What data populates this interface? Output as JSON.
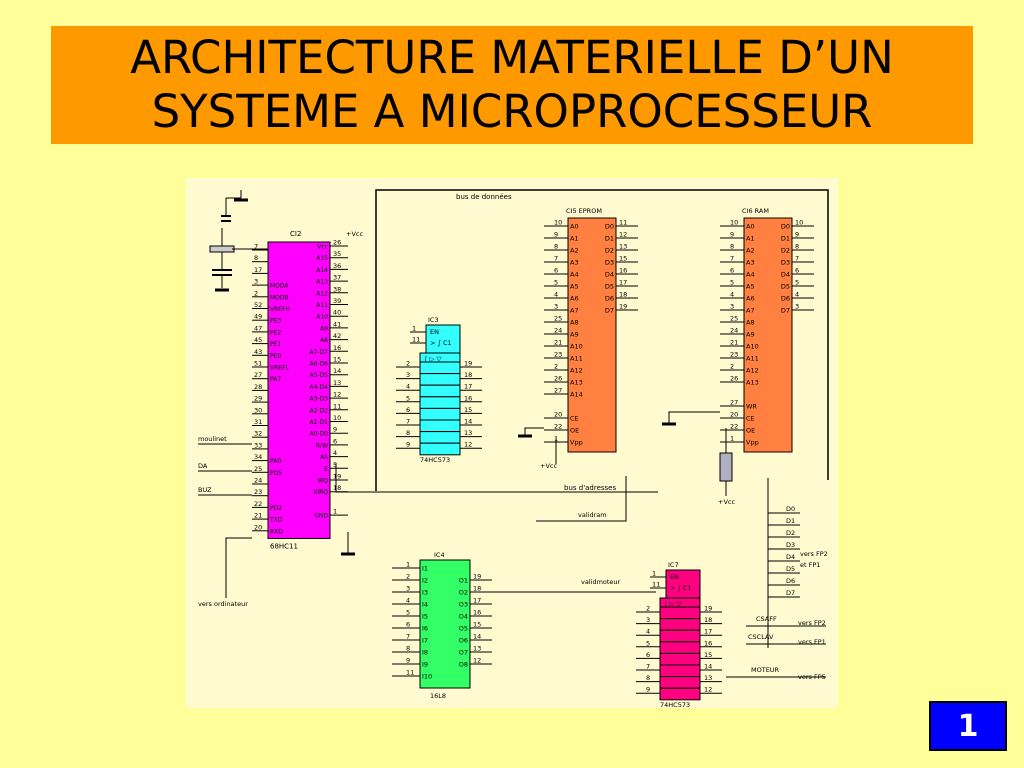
{
  "title": {
    "line1": "ARCHITECTURE MATERIELLE D’UN",
    "line2": "SYSTEME A MICROPROCESSEUR"
  },
  "slide_number": "1",
  "colors": {
    "background": "#ffff99",
    "title_bg": "#ff9900",
    "mcu": "#ff00ff",
    "memory": "#ff8040",
    "latch": "#33ffff",
    "buffer": "#33ff66",
    "latch2": "#ff0080",
    "slide_number_bg": "#0000ff"
  },
  "bus_labels": {
    "data_bus": "bus de données",
    "address_bus": "bus d'adresses",
    "validram": "validram",
    "validmoteur": "validmoteur"
  },
  "external_labels": {
    "moulinet": "moulinet",
    "da": "DA",
    "buz": "BUZ",
    "vers_ordinateur": "vers ordinateur",
    "vcc": "+Vcc",
    "vers_fp2_et_fp1": "vers FP2",
    "et_fp1": "et FP1",
    "csaff": "CSAFF",
    "vers_fp2": "vers FP2",
    "csclav": "CSCLAV",
    "vers_fp1": "vers FP1",
    "moteur": "MOTEUR",
    "vers_fp5": "vers FP5",
    "d_lines": [
      "D0",
      "D1",
      "D2",
      "D3",
      "D4",
      "D5",
      "D6",
      "D7"
    ]
  },
  "chips": {
    "ci2": {
      "name": "CI2",
      "part": "68HC11",
      "left_pins": [
        {
          "num": "7",
          "label": ""
        },
        {
          "num": "8",
          "label": ""
        },
        {
          "num": "17",
          "label": ""
        },
        {
          "num": "3",
          "label": "MODA"
        },
        {
          "num": "2",
          "label": "MODB"
        },
        {
          "num": "52",
          "label": "VREFH"
        },
        {
          "num": "49",
          "label": "PE3"
        },
        {
          "num": "47",
          "label": "PE2"
        },
        {
          "num": "45",
          "label": "PE1"
        },
        {
          "num": "43",
          "label": "PE0"
        },
        {
          "num": "51",
          "label": "VREFL"
        },
        {
          "num": "27",
          "label": "PA7"
        },
        {
          "num": "28",
          "label": ""
        },
        {
          "num": "29",
          "label": ""
        },
        {
          "num": "30",
          "label": ""
        },
        {
          "num": "31",
          "label": ""
        },
        {
          "num": "32",
          "label": ""
        },
        {
          "num": "33",
          "label": ""
        },
        {
          "num": "34",
          "label": "PA0"
        },
        {
          "num": "25",
          "label": "PD5"
        },
        {
          "num": "24",
          "label": ""
        },
        {
          "num": "23",
          "label": ""
        },
        {
          "num": "22",
          "label": "PD2"
        },
        {
          "num": "21",
          "label": "TXD"
        },
        {
          "num": "20",
          "label": "RXD"
        }
      ],
      "right_pins": [
        {
          "num": "26",
          "label": "Vcc"
        },
        {
          "num": "35",
          "label": "A15"
        },
        {
          "num": "36",
          "label": "A14"
        },
        {
          "num": "37",
          "label": "A13"
        },
        {
          "num": "38",
          "label": "A12"
        },
        {
          "num": "39",
          "label": "A11"
        },
        {
          "num": "40",
          "label": "A10"
        },
        {
          "num": "41",
          "label": "A9"
        },
        {
          "num": "42",
          "label": "A8"
        },
        {
          "num": "16",
          "label": "A7-D7"
        },
        {
          "num": "15",
          "label": "A6-D6"
        },
        {
          "num": "14",
          "label": "A5-D5"
        },
        {
          "num": "13",
          "label": "A4-D4"
        },
        {
          "num": "12",
          "label": "A3-D3"
        },
        {
          "num": "11",
          "label": "A2-D2"
        },
        {
          "num": "10",
          "label": "A1-D1"
        },
        {
          "num": "9",
          "label": "A0-D0"
        },
        {
          "num": "6",
          "label": "R/W"
        },
        {
          "num": "4",
          "label": "AS"
        },
        {
          "num": "5",
          "label": "E"
        },
        {
          "num": "19",
          "label": "IRQ"
        },
        {
          "num": "18",
          "label": "XIRQ"
        },
        {
          "num": "",
          "label": ""
        },
        {
          "num": "1",
          "label": "GND"
        }
      ]
    },
    "ci5": {
      "name": "CI5",
      "part": "EPROM",
      "left_pins": [
        {
          "num": "10",
          "label": "A0"
        },
        {
          "num": "9",
          "label": "A1"
        },
        {
          "num": "8",
          "label": "A2"
        },
        {
          "num": "7",
          "label": "A3"
        },
        {
          "num": "6",
          "label": "A4"
        },
        {
          "num": "5",
          "label": "A5"
        },
        {
          "num": "4",
          "label": "A6"
        },
        {
          "num": "3",
          "label": "A7"
        },
        {
          "num": "25",
          "label": "A8"
        },
        {
          "num": "24",
          "label": "A9"
        },
        {
          "num": "21",
          "label": "A10"
        },
        {
          "num": "23",
          "label": "A11"
        },
        {
          "num": "2",
          "label": "A12"
        },
        {
          "num": "26",
          "label": "A13"
        },
        {
          "num": "27",
          "label": "A14"
        },
        {
          "num": "",
          "label": ""
        },
        {
          "num": "20",
          "label": "CE"
        },
        {
          "num": "22",
          "label": "OE"
        },
        {
          "num": "1",
          "label": "Vpp"
        }
      ],
      "right_pins": [
        {
          "num": "11",
          "label": "D0"
        },
        {
          "num": "12",
          "label": "D1"
        },
        {
          "num": "13",
          "label": "D2"
        },
        {
          "num": "15",
          "label": "D3"
        },
        {
          "num": "16",
          "label": "D4"
        },
        {
          "num": "17",
          "label": "D5"
        },
        {
          "num": "18",
          "label": "D6"
        },
        {
          "num": "19",
          "label": "D7"
        }
      ]
    },
    "ci6": {
      "name": "CI6",
      "part": "RAM",
      "left_pins": [
        {
          "num": "10",
          "label": "A0"
        },
        {
          "num": "9",
          "label": "A1"
        },
        {
          "num": "8",
          "label": "A2"
        },
        {
          "num": "7",
          "label": "A3"
        },
        {
          "num": "6",
          "label": "A4"
        },
        {
          "num": "5",
          "label": "A5"
        },
        {
          "num": "4",
          "label": "A6"
        },
        {
          "num": "3",
          "label": "A7"
        },
        {
          "num": "25",
          "label": "A8"
        },
        {
          "num": "24",
          "label": "A9"
        },
        {
          "num": "21",
          "label": "A10"
        },
        {
          "num": "23",
          "label": "A11"
        },
        {
          "num": "2",
          "label": "A12"
        },
        {
          "num": "26",
          "label": "A13"
        },
        {
          "num": "",
          "label": ""
        },
        {
          "num": "27",
          "label": "WR"
        },
        {
          "num": "20",
          "label": "CE"
        },
        {
          "num": "22",
          "label": "OE"
        },
        {
          "num": "1",
          "label": "Vpp"
        }
      ],
      "right_pins": [
        {
          "num": "10",
          "label": "D0"
        },
        {
          "num": "9",
          "label": "D1"
        },
        {
          "num": "8",
          "label": "D2"
        },
        {
          "num": "7",
          "label": "D3"
        },
        {
          "num": "6",
          "label": "D4"
        },
        {
          "num": "5",
          "label": "D5"
        },
        {
          "num": "4",
          "label": "D6"
        },
        {
          "num": "3",
          "label": "D7"
        }
      ]
    },
    "ic3": {
      "name": "IC3",
      "part": "74HC573",
      "en_label": "EN",
      "c1_label": "C1",
      "control_pins": [
        "1",
        "11"
      ],
      "left_pins": [
        "2",
        "3",
        "4",
        "5",
        "6",
        "7",
        "8",
        "9"
      ],
      "right_pins": [
        "19",
        "18",
        "17",
        "16",
        "15",
        "14",
        "13",
        "12"
      ]
    },
    "ic4": {
      "name": "IC4",
      "part": "16L8",
      "left_pins": [
        {
          "num": "1",
          "label": "I1"
        },
        {
          "num": "2",
          "label": "I2"
        },
        {
          "num": "3",
          "label": "I3"
        },
        {
          "num": "4",
          "label": "I4"
        },
        {
          "num": "5",
          "label": "I5"
        },
        {
          "num": "6",
          "label": "I6"
        },
        {
          "num": "7",
          "label": "I7"
        },
        {
          "num": "8",
          "label": "I8"
        },
        {
          "num": "9",
          "label": "I9"
        },
        {
          "num": "11",
          "label": "I10"
        }
      ],
      "right_pins": [
        {
          "num": "19",
          "label": "O1"
        },
        {
          "num": "18",
          "label": "O2"
        },
        {
          "num": "17",
          "label": "O3"
        },
        {
          "num": "16",
          "label": "O4"
        },
        {
          "num": "15",
          "label": "O5"
        },
        {
          "num": "14",
          "label": "O6"
        },
        {
          "num": "13",
          "label": "O7"
        },
        {
          "num": "12",
          "label": "O8"
        }
      ]
    },
    "ic7": {
      "name": "IC7",
      "part": "74HC573",
      "en_label": "EN",
      "c1_label": "C1",
      "control_pins": [
        "1",
        "11"
      ],
      "left_pins": [
        "2",
        "3",
        "4",
        "5",
        "6",
        "7",
        "8",
        "9"
      ],
      "right_pins": [
        "19",
        "18",
        "17",
        "16",
        "15",
        "14",
        "13",
        "12"
      ]
    }
  }
}
